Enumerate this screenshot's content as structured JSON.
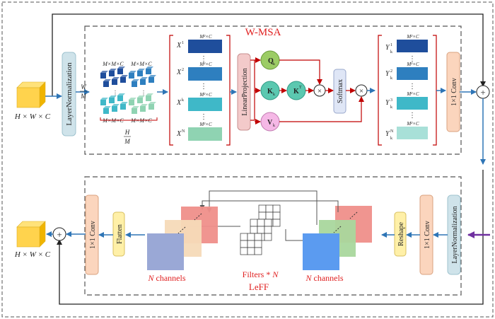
{
  "colors": {
    "arrow_blue": "#2e75b6",
    "line_dark": "#222222",
    "arrow_red": "#c00000",
    "arrow_purple": "#7030a0",
    "ln_fill": "#cfe3ea",
    "conv_fill": "#fbd5bd",
    "linproj_fill": "#f3caca",
    "softmax_fill": "#dfe6f6",
    "flatten_fill": "#fff0a8",
    "cube": "#ffd34d",
    "q_circle": "#9ccc65",
    "k_circle": "#5bc8b0",
    "v_circle": "#f5b8e6",
    "red_text": "#e02020"
  },
  "wmsa": {
    "title": "W-MSA",
    "input_label": "H × W × C",
    "layernorm": "LayerNormalization",
    "patch_top_label_1": "M×M×C",
    "patch_top_label_2": "M×M×C",
    "patch_bottom_label_1": "M×M×C",
    "patch_bottom_label_2": "M×M×C",
    "frac_w_num": "W",
    "frac_w_den": "M",
    "frac_h_num": "H",
    "frac_h_den": "M",
    "x_items": [
      {
        "name": "X",
        "sup": "1",
        "dim": "M²×C"
      },
      {
        "name": "X",
        "sup": "2",
        "dim": "M²×C"
      },
      {
        "name": "X",
        "sup": "k",
        "dim": "M²×C"
      },
      {
        "name": "X",
        "sup": "N",
        "dim": "M²×C"
      }
    ],
    "linear_projection": "LinearProjection",
    "q_label": "Q",
    "q_sub": "k",
    "k_label": "K",
    "k_sub": "k",
    "kt_label": "K",
    "kt_sup": "T",
    "v_label": "V",
    "v_sub": "k",
    "multiply": "×",
    "softmax": "Softmax",
    "y_items": [
      {
        "name": "Y",
        "sup": "1",
        "sub": "k",
        "dim": "M²×C"
      },
      {
        "name": "Y",
        "sup": "2",
        "sub": "k",
        "dim": "M²×C"
      },
      {
        "name": "Y",
        "sup": "3",
        "sub": "k",
        "dim": "M²×C"
      },
      {
        "name": "Y",
        "sup": "N",
        "sub": "k",
        "dim": "M²×C"
      }
    ],
    "conv": "1×1 Conv",
    "plus": "+"
  },
  "leff": {
    "title": "LeFF",
    "layernorm": "LayerNormalization",
    "conv_right": "1×1 Conv",
    "reshape": "Reshape",
    "channels_right": "N channels",
    "filters": "Filters * N",
    "channels_left": "N channels",
    "flatten": "Flatten",
    "conv_left": "1×1 Conv",
    "plus": "+",
    "output_label": "H × W × C"
  }
}
